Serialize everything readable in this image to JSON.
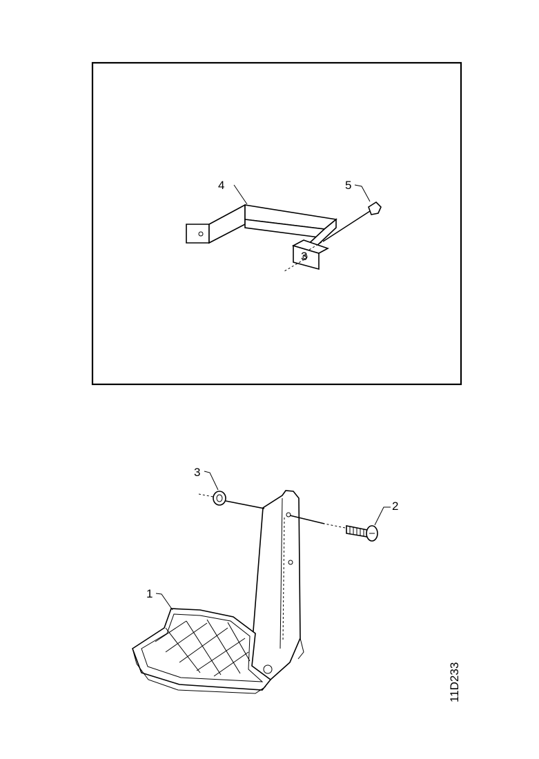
{
  "diagram": {
    "inset_callouts": {
      "bracket": "4",
      "bolt": "5",
      "nut_mark": "3"
    },
    "main_callouts": {
      "step": "1",
      "bolt": "2",
      "nut": "3"
    },
    "figure_code": "11D233"
  }
}
